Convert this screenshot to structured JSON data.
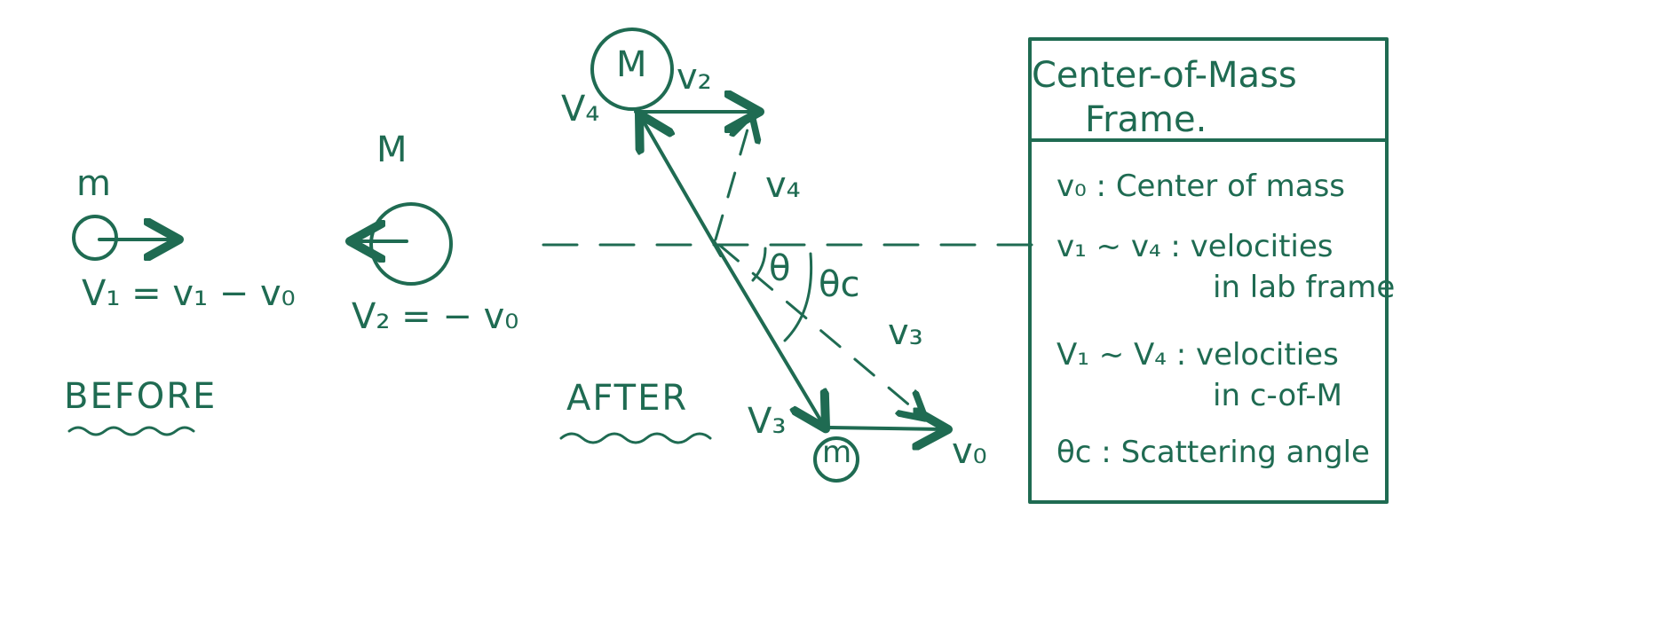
{
  "before": {
    "mass_label": "m",
    "velocity_eq": "V₁ = v₁ − v₀",
    "big_mass_label": "M",
    "big_velocity_eq": "V₂ = − v₀",
    "title": "BEFORE"
  },
  "after": {
    "top_mass_label": "M",
    "bottom_mass_label": "m",
    "V4": "V₄",
    "v2": "v₂",
    "v4": "v₄",
    "theta": "θ",
    "theta_c": "θc",
    "v3": "v₃",
    "V3": "V₃",
    "v0": "v₀",
    "title": "AFTER"
  },
  "legend": {
    "title_line1": "Center-of-Mass",
    "title_line2": "Frame.",
    "line1": "v₀ : Center of mass",
    "line2a": "v₁ ~ v₄ : velocities",
    "line2b": "in lab frame",
    "line3a": "V₁ ~ V₄ : velocities",
    "line3b": "in c-of-M",
    "line4": "θc : Scattering angle"
  },
  "colors": {
    "ink": "#1f6b52",
    "background": "#ffffff"
  }
}
